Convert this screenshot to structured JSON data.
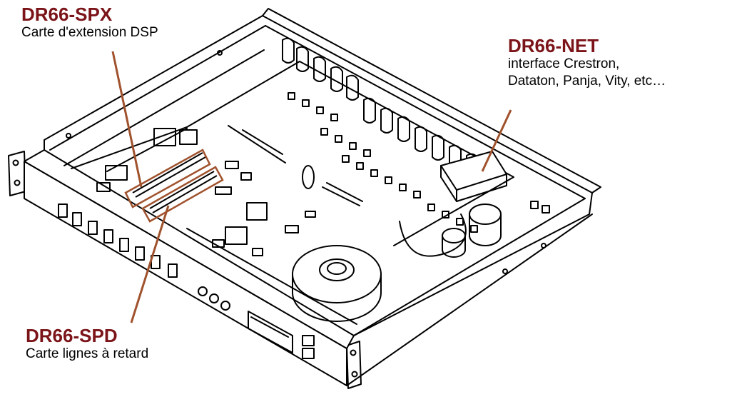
{
  "colors": {
    "label": "#7B1418",
    "leader": "#A0522D",
    "line": "#000000"
  },
  "callouts": {
    "spx": {
      "title": "DR66-SPX",
      "desc": "Carte d'extension  DSP"
    },
    "net": {
      "title": "DR66-NET",
      "desc1": "interface Crestron,",
      "desc2": "Dataton, Panja, Vity, etc…"
    },
    "spd": {
      "title": "DR66-SPD",
      "desc": "Carte lignes à retard"
    }
  }
}
